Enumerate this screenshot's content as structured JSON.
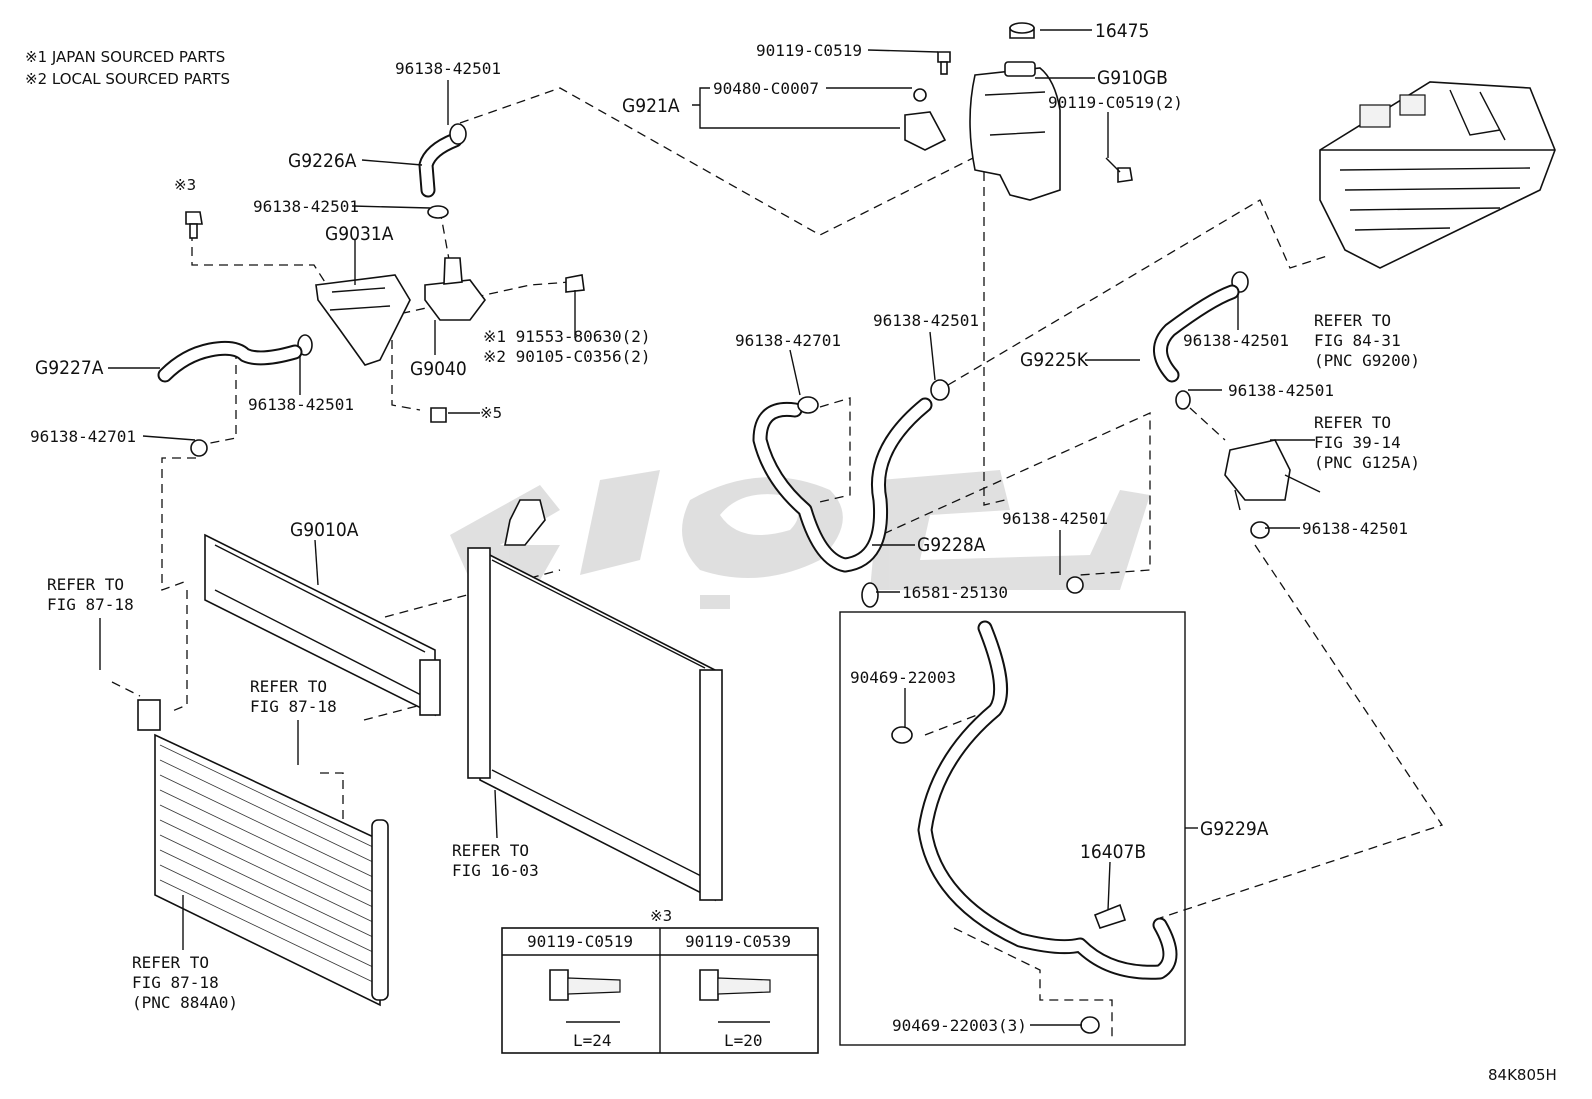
{
  "notes": {
    "japan": "※1 JAPAN SOURCED PARTS",
    "local": "※2 LOCAL SOURCED PARTS"
  },
  "labels": {
    "p16475": "16475",
    "p90119_top": "90119-C0519",
    "p90480": "90480-C0007",
    "g921a": "G921A",
    "g910gb": "G910GB",
    "p90119_2": "90119-C0519(2)",
    "p96138_top": "96138-42501",
    "g9226a": "G9226A",
    "note3_top": "※3",
    "p96138_mid": "96138-42501",
    "g9031a": "G9031A",
    "p91553": "※1 91553-80630(2)",
    "p90105": "※2 90105-C0356(2)",
    "g9040": "G9040",
    "g9227a": "G9227A",
    "p96138_left": "96138-42501",
    "note5": "※5",
    "p96138_42701_left": "96138-42701",
    "p96138_42701_mid": "96138-42701",
    "p96138_center": "96138-42501",
    "g9225k": "G9225K",
    "p96138_right1": "96138-42501",
    "p96138_right2": "96138-42501",
    "ref_84_31_a": "REFER TO",
    "ref_84_31_b": "FIG 84-31",
    "ref_84_31_c": "(PNC G9200)",
    "ref_39_14_a": "REFER TO",
    "ref_39_14_b": "FIG 39-14",
    "ref_39_14_c": "(PNC G125A)",
    "p96138_right3": "96138-42501",
    "g9228a": "G9228A",
    "p16581": "16581-25130",
    "p96138_lower": "96138-42501",
    "g9010a": "G9010A",
    "ref_87_18_tl_a": "REFER TO",
    "ref_87_18_tl_b": "FIG 87-18",
    "ref_87_18_mid_a": "REFER TO",
    "ref_87_18_mid_b": "FIG 87-18",
    "ref_16_03_a": "REFER TO",
    "ref_16_03_b": "FIG 16-03",
    "ref_87_18_bl_a": "REFER TO",
    "ref_87_18_bl_b": "FIG 87-18",
    "ref_87_18_bl_c": "(PNC 884A0)",
    "p90469_a": "90469-22003",
    "g9229a": "G9229A",
    "p16407b": "16407B",
    "p90469_b": "90469-22003(3)",
    "diagram_id": "84K805H"
  },
  "bolt_table": {
    "note": "※3",
    "col1": "90119-C0519",
    "col2": "90119-C0539",
    "len1": "L=24",
    "len2": "L=20"
  }
}
